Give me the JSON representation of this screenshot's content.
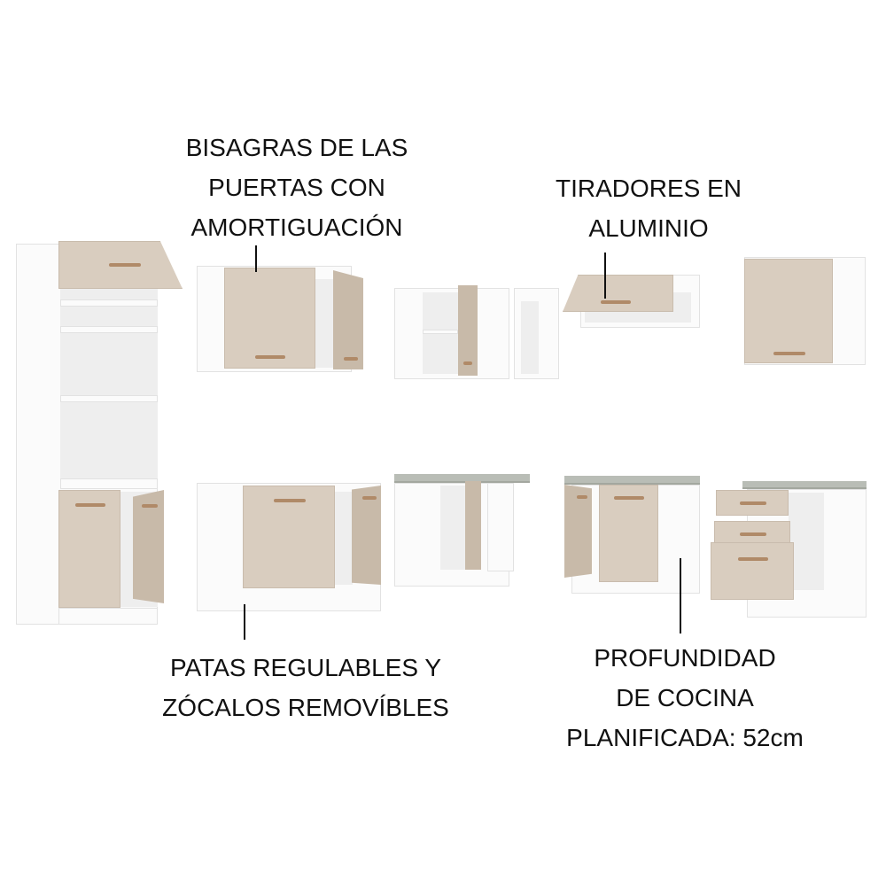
{
  "colors": {
    "door": "#d9cdbf",
    "carcass": "#fbfbfb",
    "countertop": "#b9bdb6",
    "handle": "#b08a68",
    "text": "#111111"
  },
  "callouts": {
    "hinges": [
      "BISAGRAS DE LAS",
      "PUERTAS CON",
      "AMORTIGUACIÓN"
    ],
    "handles": [
      "TIRADORES EN",
      "ALUMINIO"
    ],
    "legs": [
      "PATAS REGULABLES Y",
      "ZÓCALOS REMOVÍBLES"
    ],
    "depth": [
      "PROFUNDIDAD",
      "DE COCINA",
      "PLANIFICADA: 52cm"
    ]
  }
}
